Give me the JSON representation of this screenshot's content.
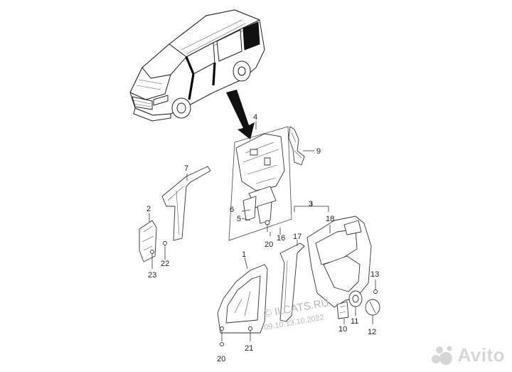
{
  "callouts": {
    "c1": "1",
    "c2": "2",
    "c3": "3",
    "c4": "4",
    "c5": "5",
    "c6": "6",
    "c7": "7",
    "c9": "9",
    "c10": "10",
    "c11": "11",
    "c12": "12",
    "c13": "13",
    "c16": "16",
    "c17": "17",
    "c18": "18",
    "c20a": "20",
    "c20b": "20",
    "c21": "21",
    "c22": "22",
    "c23": "23"
  },
  "watermark": {
    "site": "© ILCATS.RU",
    "date": "09.10.13.10.2022"
  },
  "branding": {
    "label": "Avito"
  }
}
